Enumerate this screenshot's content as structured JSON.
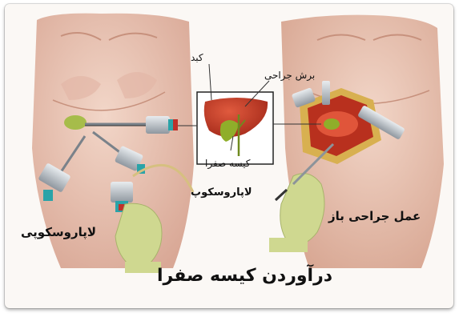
{
  "labels": {
    "liver": "کبد",
    "incision": "برش جراحی",
    "gallbladder": "کیسه صفرا",
    "laparoscope": "لاپاروسکوپ",
    "laparoscopy": "لاپاروسکوپی",
    "open_surgery": "عمل جراحی باز",
    "title": "درآوردن کیسه صفرا"
  },
  "colors": {
    "skin": "#e8c5b5",
    "liver": "#c83c28",
    "gallbladder": "#8fae2a",
    "glove": "#cfd890",
    "instrument": "#b9bfc6",
    "accent_teal": "#2aa3a8"
  }
}
